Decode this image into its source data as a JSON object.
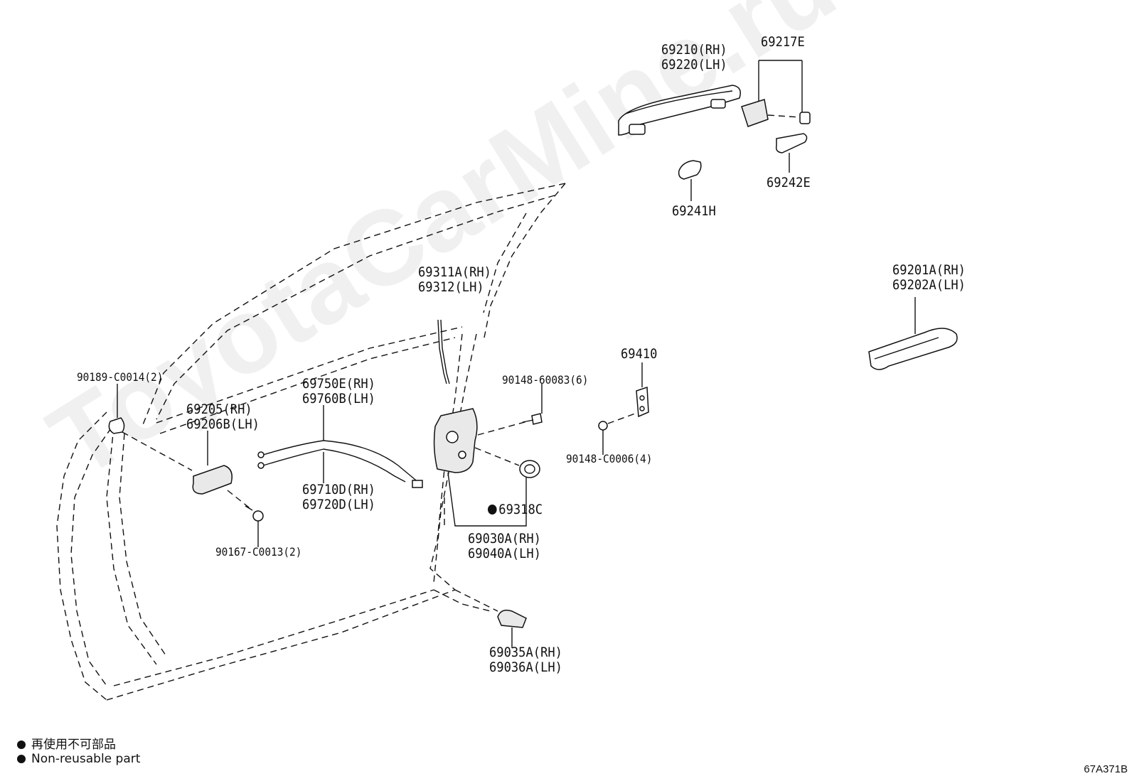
{
  "diagram_code": "67A371B",
  "watermark": "ToyotaCarMine.ru",
  "legend": {
    "line_jp": "再使用不可部品",
    "line_en": "Non-reusable part"
  },
  "parts": {
    "p69210": [
      "69210(RH)",
      "69220(LH)"
    ],
    "p69217E": [
      "69217E"
    ],
    "p69242E": [
      "69242E"
    ],
    "p69241H": [
      "69241H"
    ],
    "p69201A": [
      "69201A(RH)",
      "69202A(LH)"
    ],
    "p69311A": [
      "69311A(RH)",
      "69312(LH)"
    ],
    "p69410": [
      "69410"
    ],
    "p90148_60083": [
      "90148-60083(6)"
    ],
    "p90148_C0006": [
      "90148-C0006(4)"
    ],
    "p90189": [
      "90189-C0014(2)"
    ],
    "p69205": [
      "69205(RH)",
      "69206B(LH)"
    ],
    "p69750E": [
      "69750E(RH)",
      "69760B(LH)"
    ],
    "p69710D": [
      "69710D(RH)",
      "69720D(LH)"
    ],
    "p69318C": [
      "69318C"
    ],
    "p69030A": [
      "69030A(RH)",
      "69040A(LH)"
    ],
    "p90167": [
      "90167-C0013(2)"
    ],
    "p69035A": [
      "69035A(RH)",
      "69036A(LH)"
    ]
  }
}
